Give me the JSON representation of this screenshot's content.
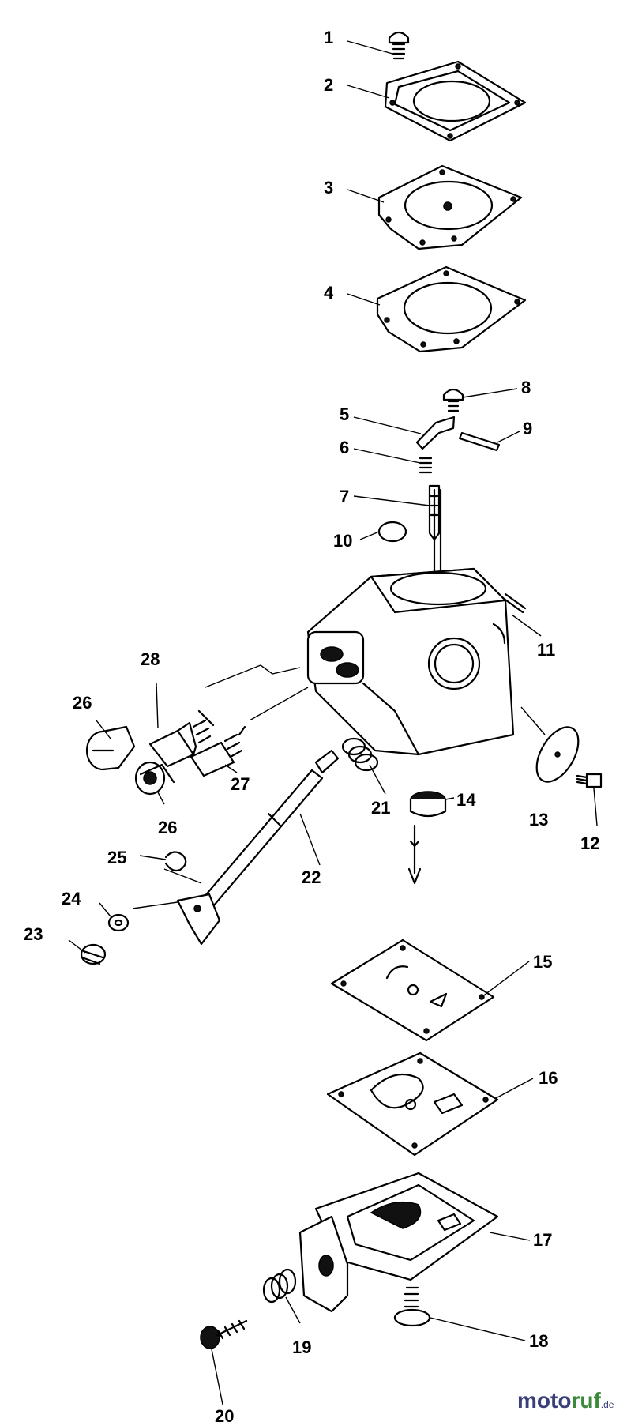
{
  "diagram": {
    "part_labels": [
      "1",
      "2",
      "3",
      "4",
      "5",
      "6",
      "7",
      "8",
      "9",
      "10",
      "11",
      "12",
      "13",
      "14",
      "15",
      "16",
      "17",
      "18",
      "19",
      "20",
      "21",
      "22",
      "23",
      "24",
      "25",
      "26",
      "26",
      "27",
      "28"
    ]
  },
  "watermark": {
    "text_a": "moto",
    "text_b": "ruf",
    "suffix": ".de"
  }
}
